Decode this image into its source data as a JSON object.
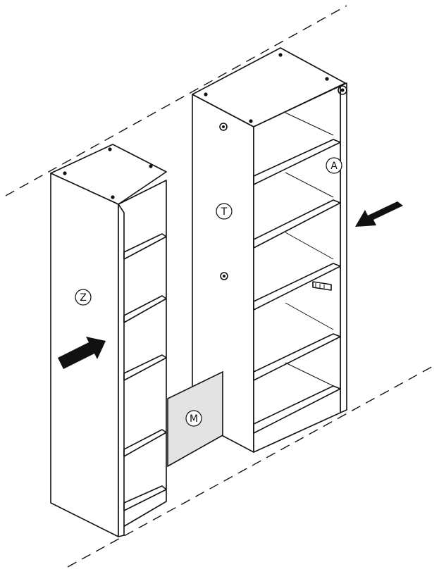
{
  "labels": {
    "Z": "Z",
    "T": "T",
    "A": "A",
    "M": "M"
  },
  "colors": {
    "line": "#111111",
    "panel_fill": "#e3e3e3",
    "background": "#ffffff"
  },
  "icons": [
    "arrow-right-icon",
    "arrow-left-icon",
    "cam-lock-icon",
    "hinge-icon"
  ]
}
